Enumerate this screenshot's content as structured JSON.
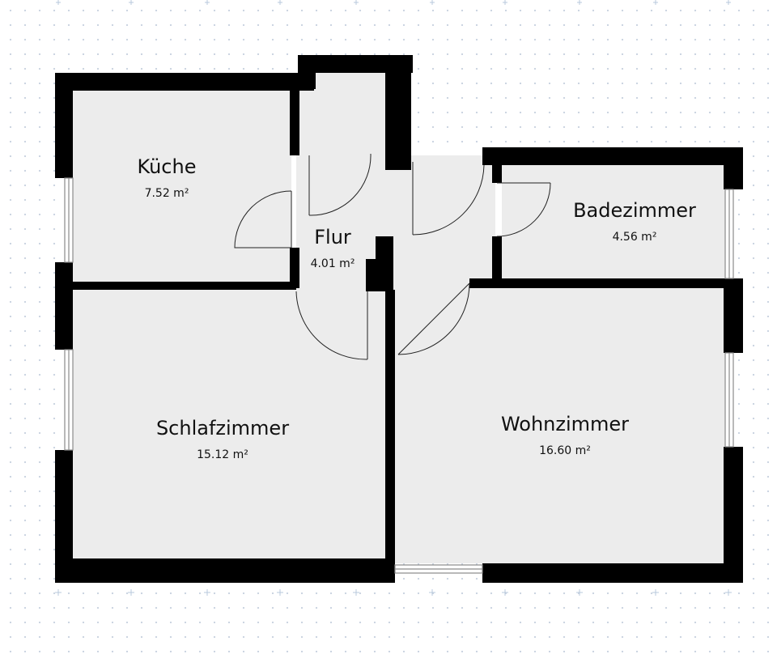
{
  "plan": {
    "rooms": [
      {
        "key": "kueche",
        "name": "Küche",
        "area": "7.52 m²"
      },
      {
        "key": "flur",
        "name": "Flur",
        "area": "4.01 m²"
      },
      {
        "key": "badezimmer",
        "name": "Badezimmer",
        "area": "4.56 m²"
      },
      {
        "key": "schlafzimmer",
        "name": "Schlafzimmer",
        "area": "15.12 m²"
      },
      {
        "key": "wohnzimmer",
        "name": "Wohnzimmer",
        "area": "16.60 m²"
      }
    ]
  },
  "colors": {
    "wall": "#000000",
    "floor": "#ececec",
    "grid_dot": "#c9d3e0",
    "door_line": "#222222",
    "window_line": "#8a8a8a"
  }
}
